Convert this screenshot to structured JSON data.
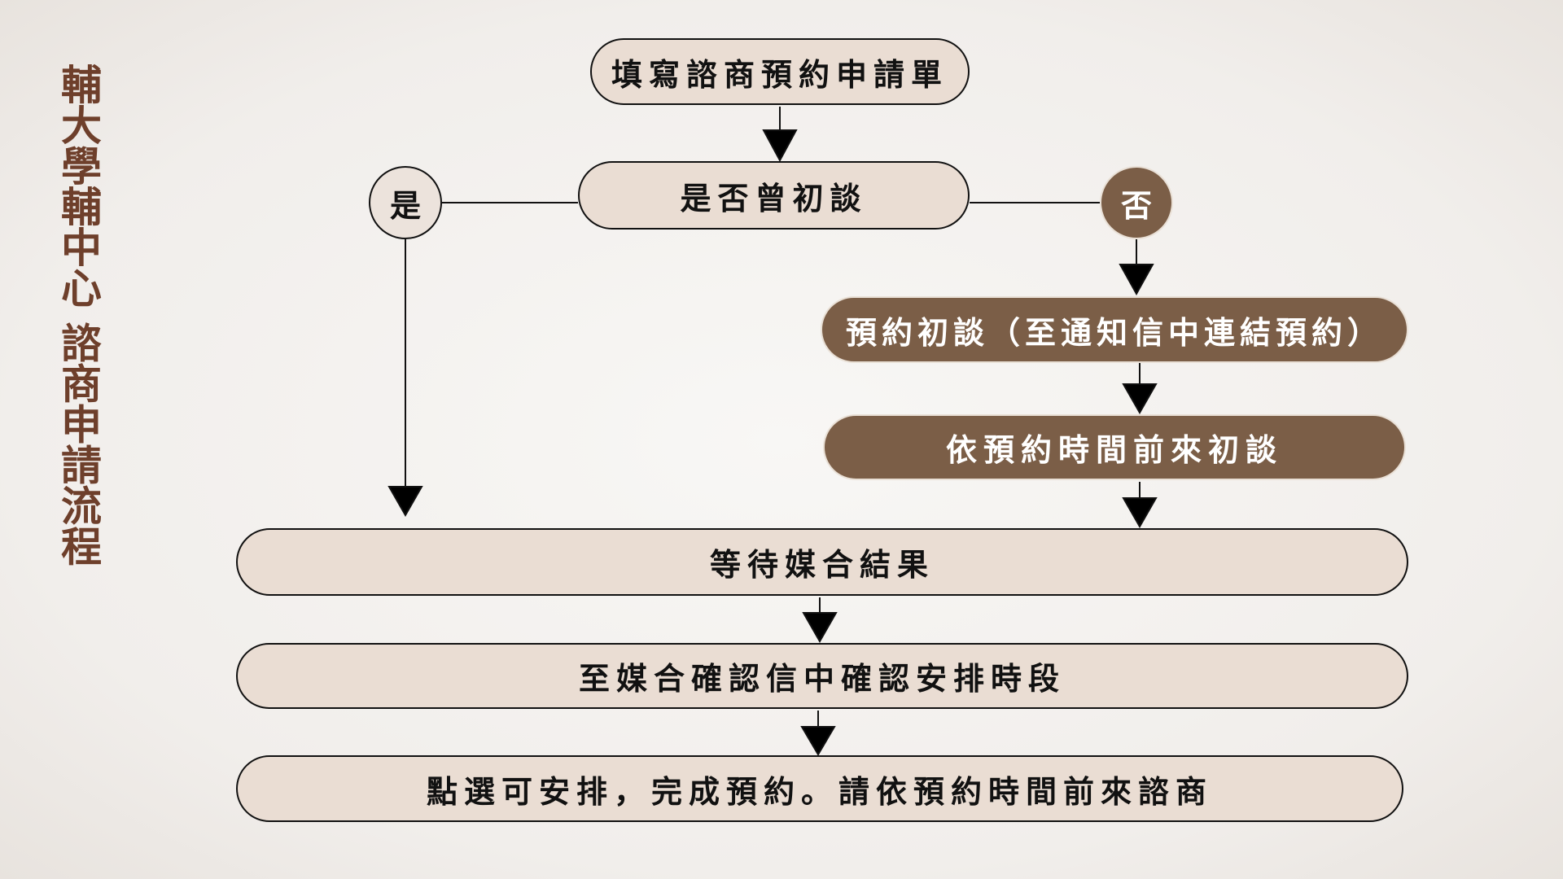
{
  "title": "輔大學輔中心 諮商申請流程",
  "steps": {
    "fill_form": "填寫諮商預約申請單",
    "question": "是否曾初談",
    "yes": "是",
    "no": "否",
    "book_intake": "預約初談（至通知信中連結預約）",
    "attend_intake": "依預約時間前來初談",
    "wait_match": "等待媒合結果",
    "confirm_slot": "至媒合確認信中確認安排時段",
    "complete": "點選可安排，完成預約。請依預約時間前來諮商"
  },
  "colors": {
    "box": "#eaddd3",
    "dark": "#7b5e47",
    "title": "#6e3f2b"
  }
}
